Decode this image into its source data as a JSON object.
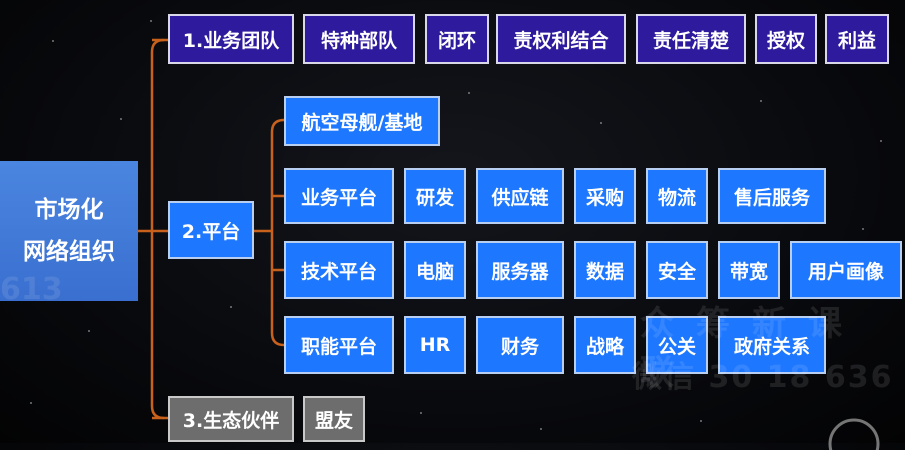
{
  "root": {
    "line1": "市场化",
    "line2": "网络组织"
  },
  "branch1": {
    "label": "1.业务团队",
    "items": [
      "特种部队",
      "闭环",
      "责权利结合",
      "责任清楚",
      "授权",
      "利益"
    ]
  },
  "branch2": {
    "label": "2.平台",
    "base": "航空母舰/基地",
    "rows": [
      {
        "label": "业务平台",
        "items": [
          "研发",
          "供应链",
          "采购",
          "物流",
          "售后服务"
        ]
      },
      {
        "label": "技术平台",
        "items": [
          "电脑",
          "服务器",
          "数据",
          "安全",
          "带宽",
          "用户画像"
        ]
      },
      {
        "label": "职能平台",
        "items": [
          "HR",
          "财务",
          "战略",
          "公关",
          "政府关系"
        ]
      }
    ]
  },
  "branch3": {
    "label": "3.生态伙伴",
    "items": [
      "盟友"
    ]
  },
  "colors": {
    "purple": "#2d1a9c",
    "blue": "#1e78ff",
    "gray": "#6d6d6d",
    "root": "#3f78d8",
    "connector": "#c8611c"
  }
}
